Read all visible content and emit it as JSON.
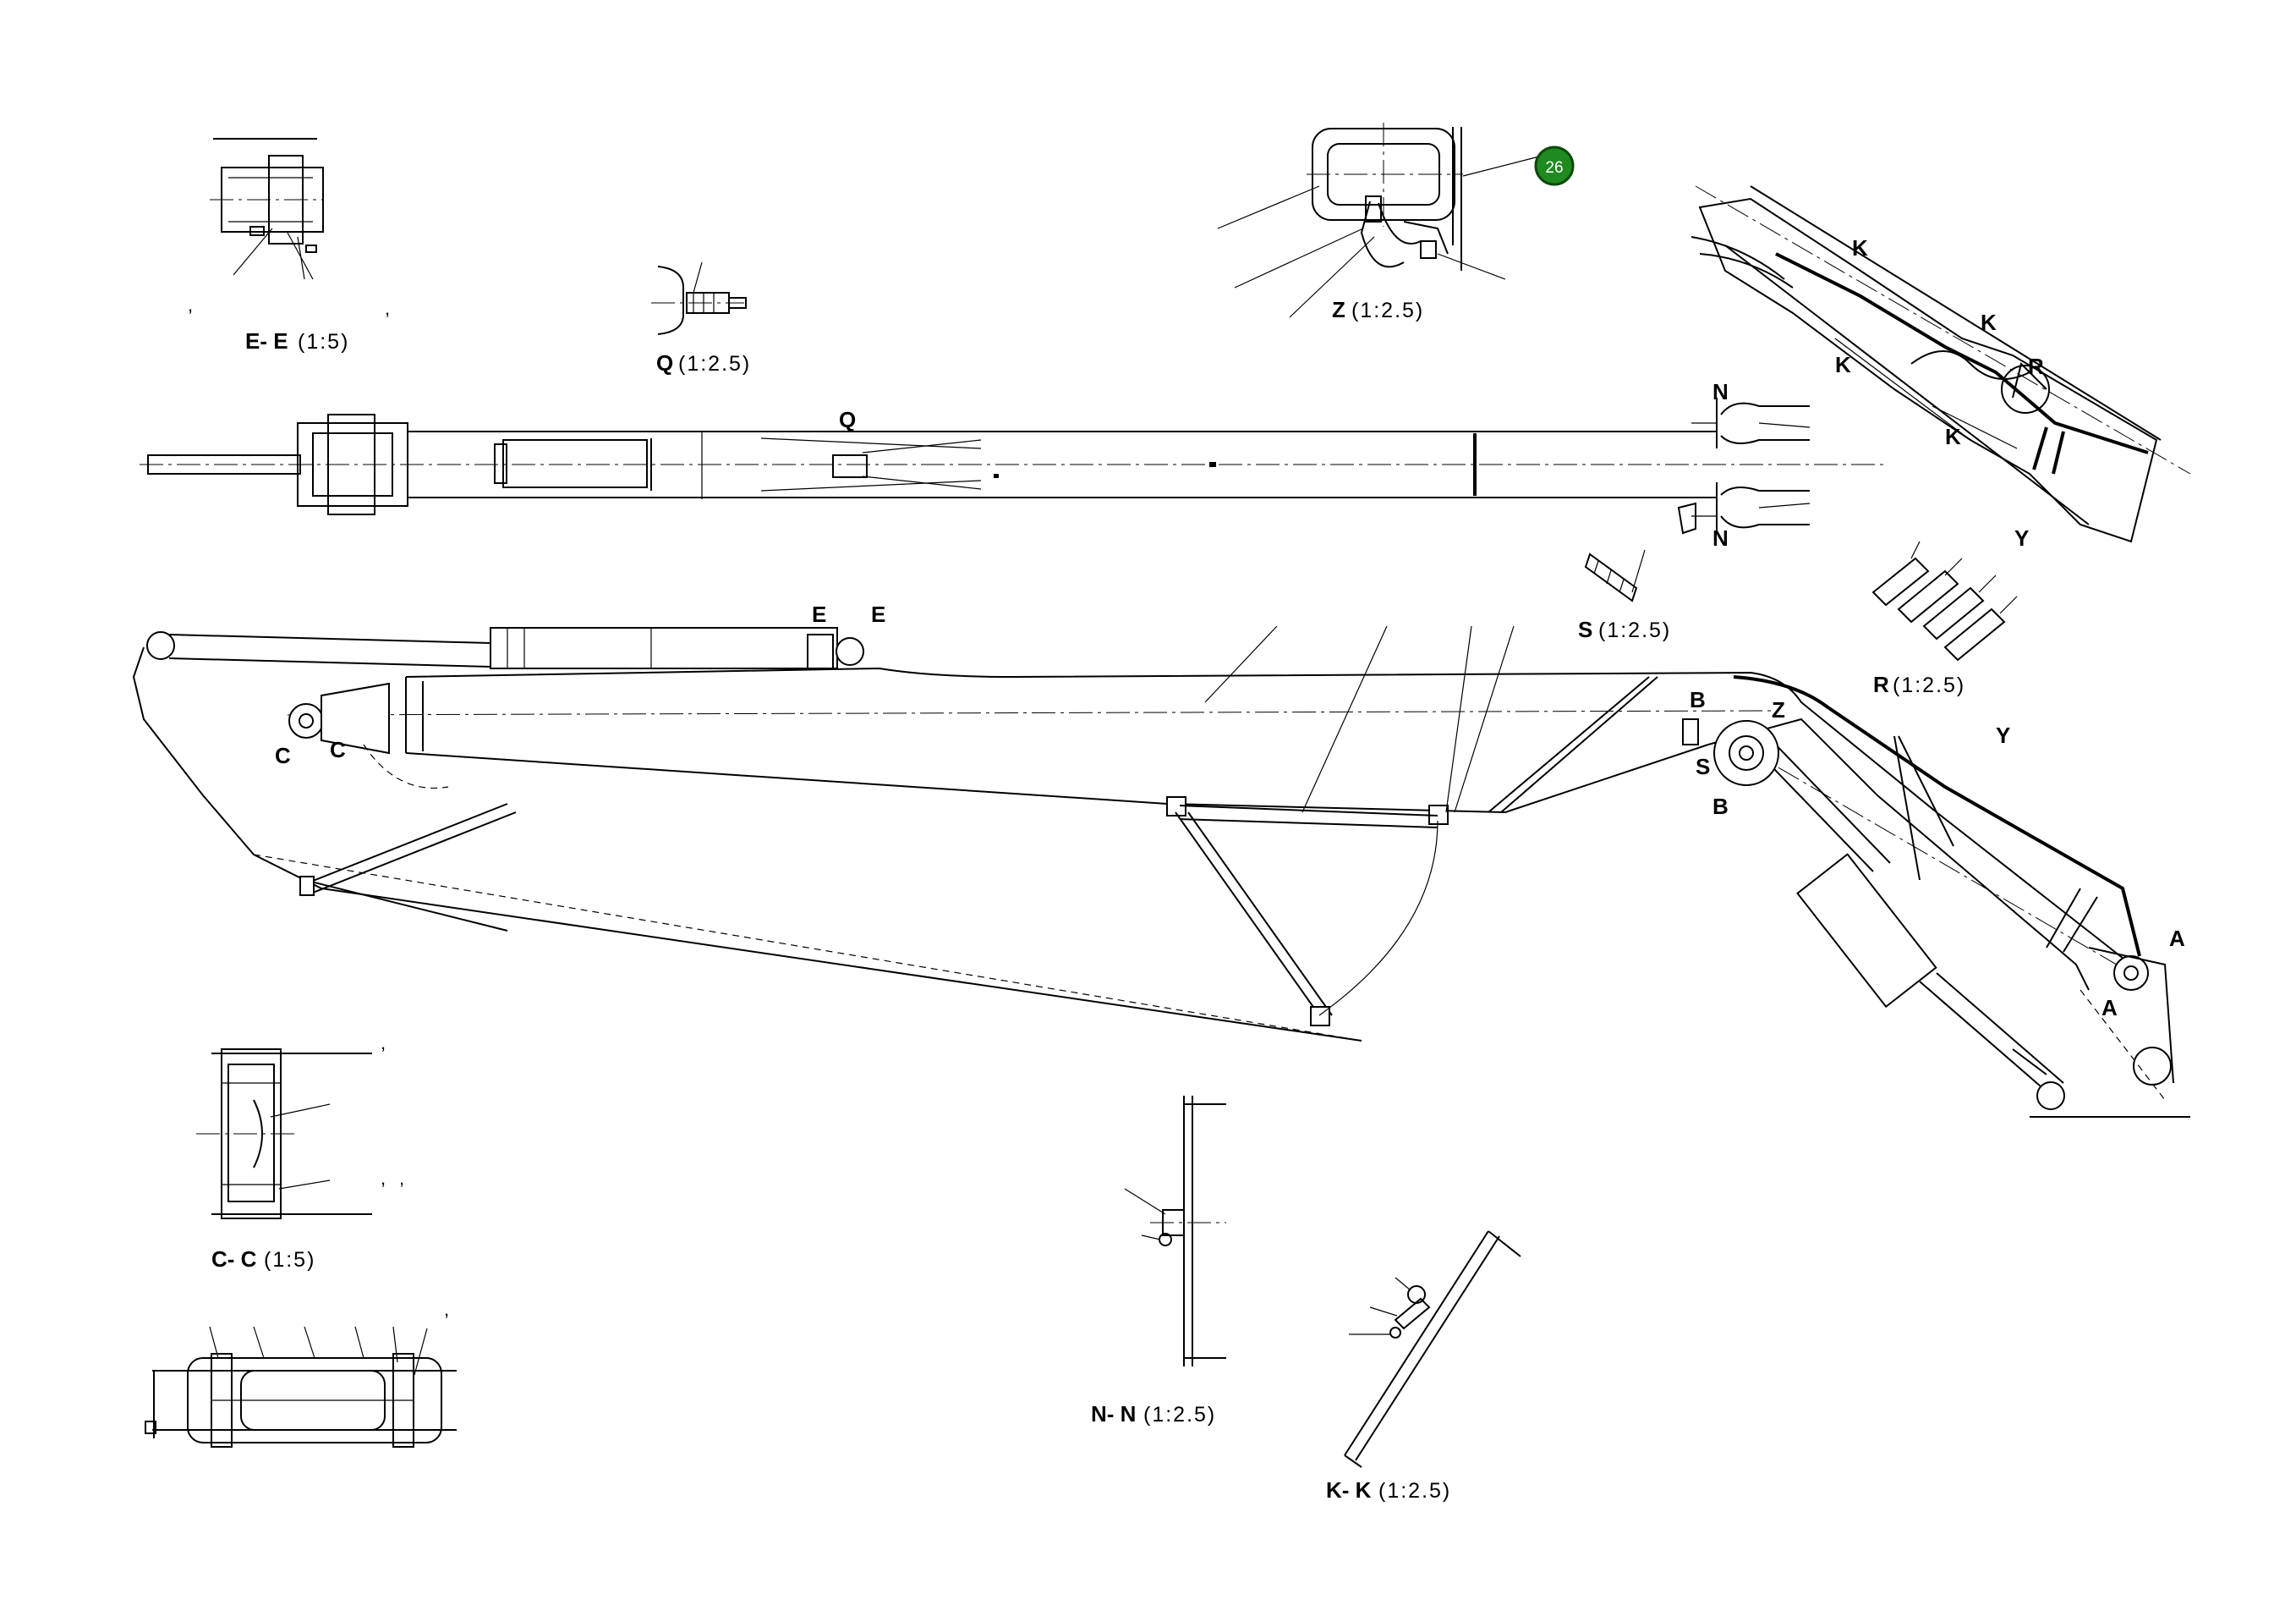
{
  "callout": {
    "number": "26",
    "color": "#1f8a1f"
  },
  "views": {
    "ee": {
      "letter": "E- E",
      "scale": "(1:5)"
    },
    "q": {
      "letter": "Q",
      "scale": "(1:2.5)"
    },
    "z": {
      "letter": "Z",
      "scale": "(1:2.5)"
    },
    "s": {
      "letter": "S",
      "scale": "(1:2.5)"
    },
    "r": {
      "letter": "R",
      "scale": "(1:2.5)"
    },
    "cc": {
      "letter": "C- C",
      "scale": "(1:5)"
    },
    "nn": {
      "letter": "N- N",
      "scale": "(1:2.5)"
    },
    "kk": {
      "letter": "K- K",
      "scale": "(1:2.5)"
    }
  },
  "section_marks": {
    "q": "Q",
    "n": "N",
    "e": "E",
    "c": "C",
    "b": "B",
    "z": "Z",
    "s": "S",
    "y": "Y",
    "a": "A",
    "k": "K",
    "r": "R"
  },
  "tick_marks": {
    "comma": ","
  }
}
